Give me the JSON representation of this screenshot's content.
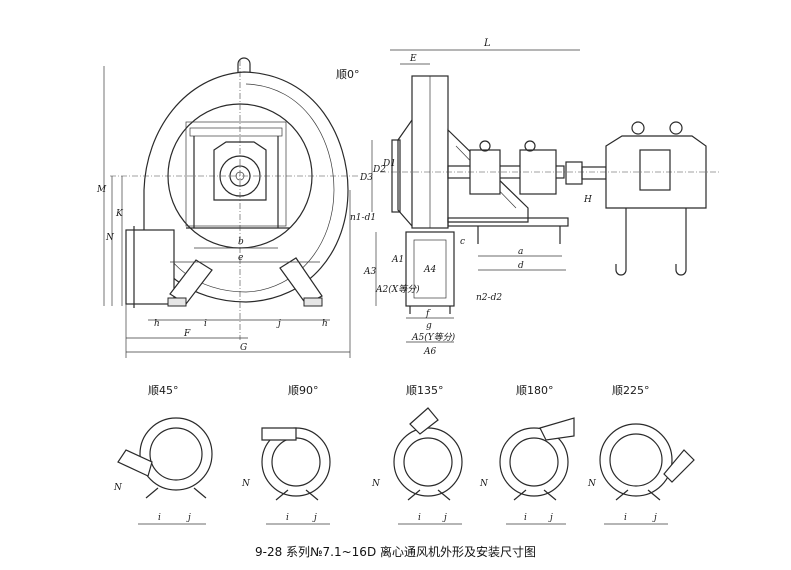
{
  "caption": "9-28 系列№7.1~16D 离心通风机外形及安装尺寸图",
  "rotation_labels": [
    "顺0°",
    "顺45°",
    "顺90°",
    "顺135°",
    "顺180°",
    "顺225°"
  ],
  "dimension_labels": {
    "L": "L",
    "E": "E",
    "M": "M",
    "N": "N",
    "K": "K",
    "H": "H",
    "D3": "D3",
    "D2": "D2",
    "D1": "D1",
    "n1d1": "n1-d1",
    "n2d2": "n2-d2",
    "A1": "A1",
    "A2": "A2(X等分)",
    "A3": "A3",
    "A4": "A4",
    "A5": "A5(Y等分)",
    "A6": "A6",
    "a": "a",
    "b": "b",
    "c": "c",
    "d": "d",
    "e": "e",
    "f": "f",
    "g": "g",
    "h": "h",
    "i": "i",
    "j": "j",
    "F": "F",
    "G": "G"
  }
}
